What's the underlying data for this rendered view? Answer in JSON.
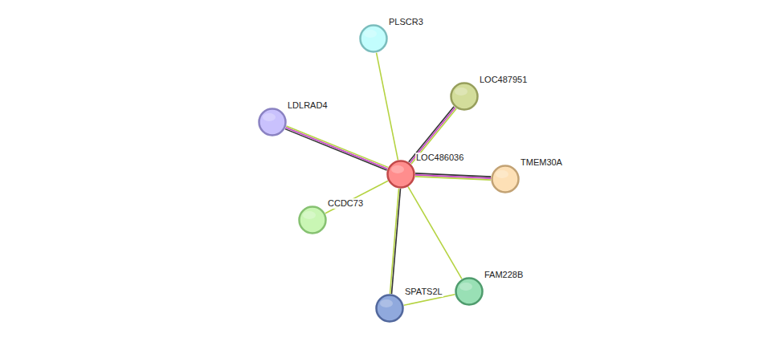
{
  "diagram": {
    "nodes": [
      {
        "text": [
          "PLSCR3"
        ]
      },
      {
        "text": [
          "LOC487951"
        ]
      },
      {
        "text": [
          "LDLRAD4"
        ]
      },
      {
        "text": [
          "LOC486036"
        ]
      },
      {
        "text": [
          "TMEM30A"
        ]
      },
      {
        "text": [
          "CCDC73"
        ]
      },
      {
        "text": [
          "FAM228B"
        ]
      },
      {
        "text": [
          "SPATS2L"
        ]
      }
    ],
    "edges": [
      {
        "from": 3,
        "to": 0,
        "arrow": "none"
      },
      {
        "from": 3,
        "to": 1,
        "arrow": "none"
      },
      {
        "from": 3,
        "to": 2,
        "arrow": "none"
      },
      {
        "from": 3,
        "to": 4,
        "arrow": "none"
      },
      {
        "from": 3,
        "to": 5,
        "arrow": "none"
      },
      {
        "from": 3,
        "to": 7,
        "arrow": "none"
      },
      {
        "from": 3,
        "to": 6,
        "arrow": "none"
      },
      {
        "from": 7,
        "to": 6,
        "arrow": "none"
      }
    ]
  }
}
